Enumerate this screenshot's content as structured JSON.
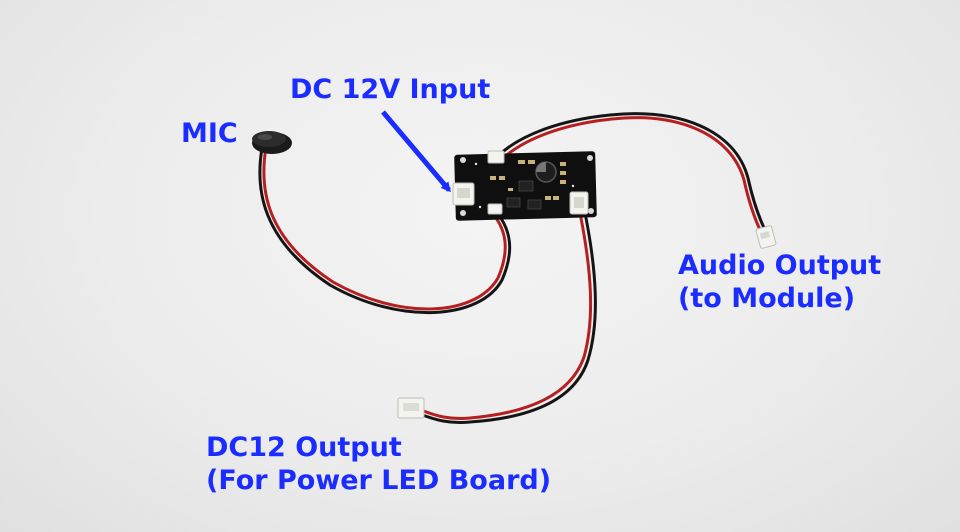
{
  "photo": {
    "subject": "audio-board-with-cables",
    "colors": {
      "background": "#ebebeb",
      "label_text": "#1a2cff",
      "arrow": "#1a2cff",
      "pcb": "#0f0f10",
      "wire_red": "#b51f1f",
      "wire_black": "#151515",
      "connector": "#f3f3f0"
    }
  },
  "labels": {
    "mic": "MIC",
    "dc_input": "DC 12V Input",
    "audio_output": {
      "line1": "Audio Output",
      "line2": "(to Module)"
    },
    "dc_output": {
      "line1": "DC12 Output",
      "line2": "(For Power LED Board)"
    }
  }
}
